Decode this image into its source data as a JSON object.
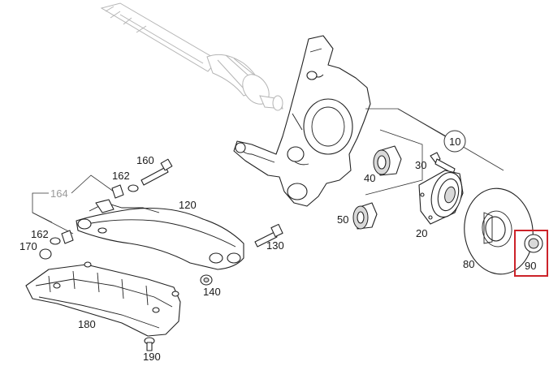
{
  "labels": {
    "p10": "10",
    "p20": "20",
    "p30": "30",
    "p40": "40",
    "p50": "50",
    "p80": "80",
    "p90": "90",
    "p120": "120",
    "p130": "130",
    "p140": "140",
    "p160": "160",
    "p162a": "162",
    "p162b": "162",
    "p164": "164",
    "p170": "170",
    "p180": "180",
    "p190": "190"
  },
  "highlight": {
    "part": "90",
    "color": "#cc2229"
  }
}
